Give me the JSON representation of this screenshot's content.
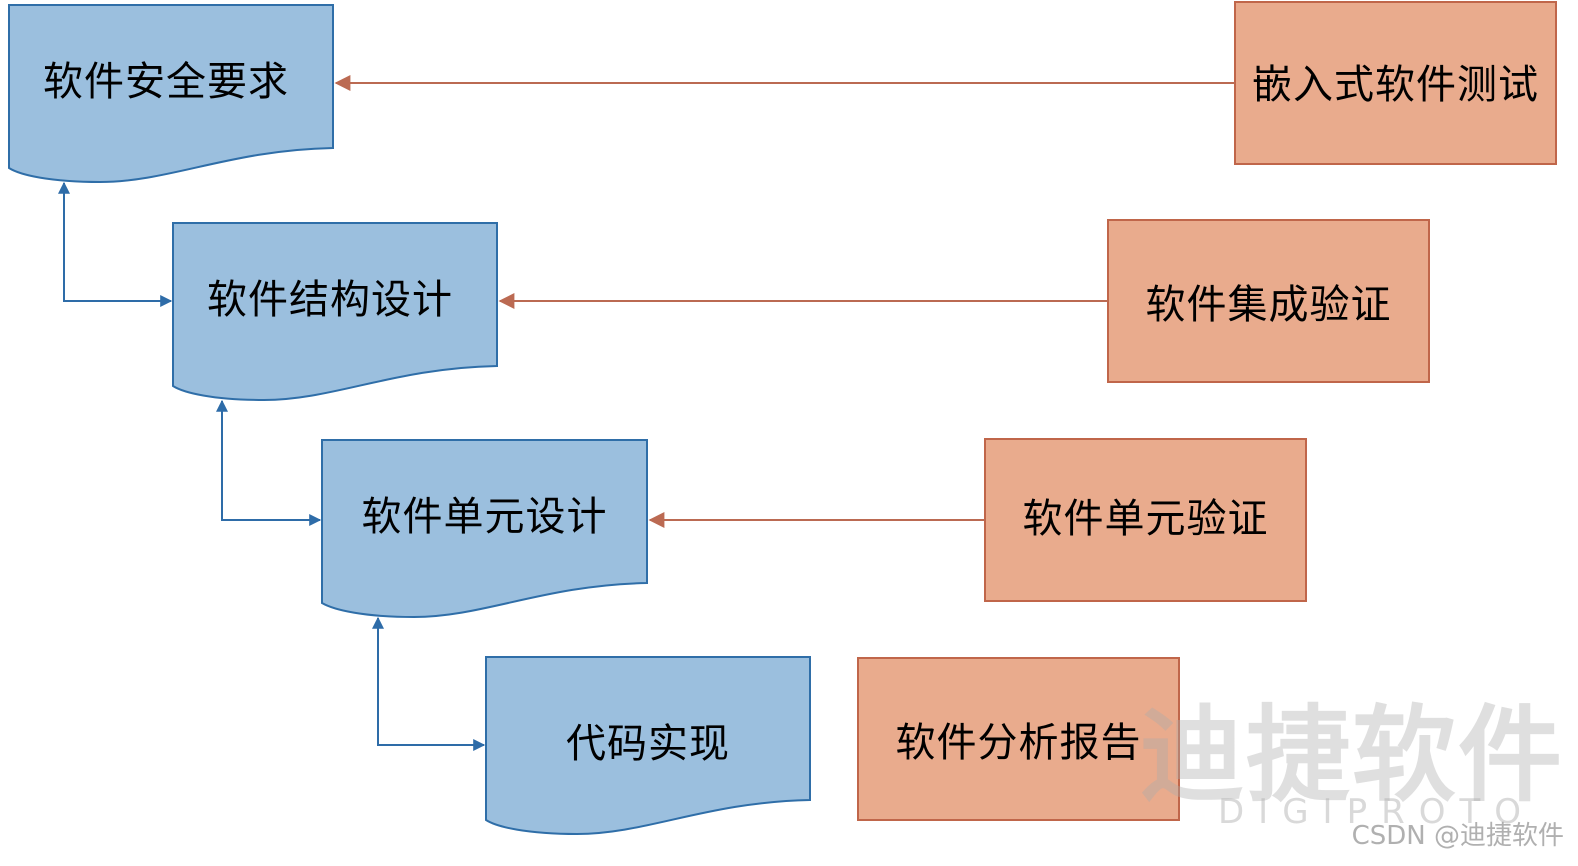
{
  "colors": {
    "doc_fill": "#9bbfde",
    "doc_stroke": "#2f6ea8",
    "box_fill": "#e9ab8d",
    "box_stroke": "#c0664a",
    "blue_arrow": "#2e6ca8",
    "brown_arrow": "#bb6a52"
  },
  "documents": [
    {
      "id": "req",
      "label": "软件安全要求"
    },
    {
      "id": "arch",
      "label": "软件结构设计"
    },
    {
      "id": "unit",
      "label": "软件单元设计"
    },
    {
      "id": "code",
      "label": "代码实现"
    }
  ],
  "activities": [
    {
      "id": "embedded-test",
      "label": "嵌入式软件测试"
    },
    {
      "id": "integration-verify",
      "label": "软件集成验证"
    },
    {
      "id": "unit-verify",
      "label": "软件单元验证"
    },
    {
      "id": "analysis-report",
      "label": "软件分析报告"
    }
  ],
  "watermark": {
    "logo": "迪捷软件",
    "sub": "DIGIPROTO",
    "csdn": "CSDN @迪捷软件"
  }
}
